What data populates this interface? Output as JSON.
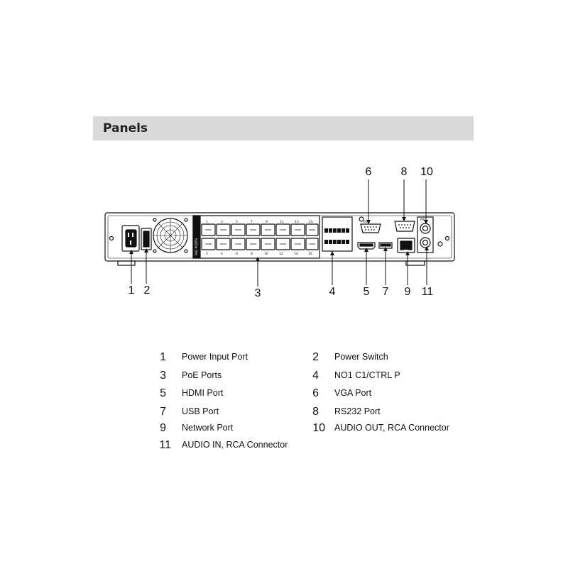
{
  "header": {
    "title": "Panels"
  },
  "diagram": {
    "device": "network-video-recorder-rear-panel",
    "callouts_top": [
      "6",
      "8",
      "10"
    ],
    "callouts_bottom": [
      "1",
      "2",
      "3",
      "4",
      "5",
      "7",
      "9",
      "11"
    ],
    "panel_labels": {
      "poe_block": "PoE PORTS",
      "vga": "VGA",
      "audio": "MIC"
    },
    "poe_numbers_top": [
      "1",
      "3",
      "5",
      "7",
      "9",
      "11",
      "13",
      "15"
    ],
    "poe_numbers_bottom": [
      "2",
      "4",
      "6",
      "8",
      "10",
      "12",
      "14",
      "16"
    ]
  },
  "legend": {
    "items": [
      {
        "num": "1",
        "label": "Power Input Port"
      },
      {
        "num": "2",
        "label": "Power Switch"
      },
      {
        "num": "3",
        "label": "PoE Ports"
      },
      {
        "num": "4",
        "label": "NO1 C1/CTRL P"
      },
      {
        "num": "5",
        "label": "HDMI Port"
      },
      {
        "num": "6",
        "label": "VGA Port"
      },
      {
        "num": "7",
        "label": "USB Port"
      },
      {
        "num": "8",
        "label": "RS232 Port"
      },
      {
        "num": "9",
        "label": "Network Port"
      },
      {
        "num": "10",
        "label": "AUDIO OUT, RCA Connector"
      },
      {
        "num": "11",
        "label": "AUDIO IN, RCA Connector"
      }
    ]
  }
}
